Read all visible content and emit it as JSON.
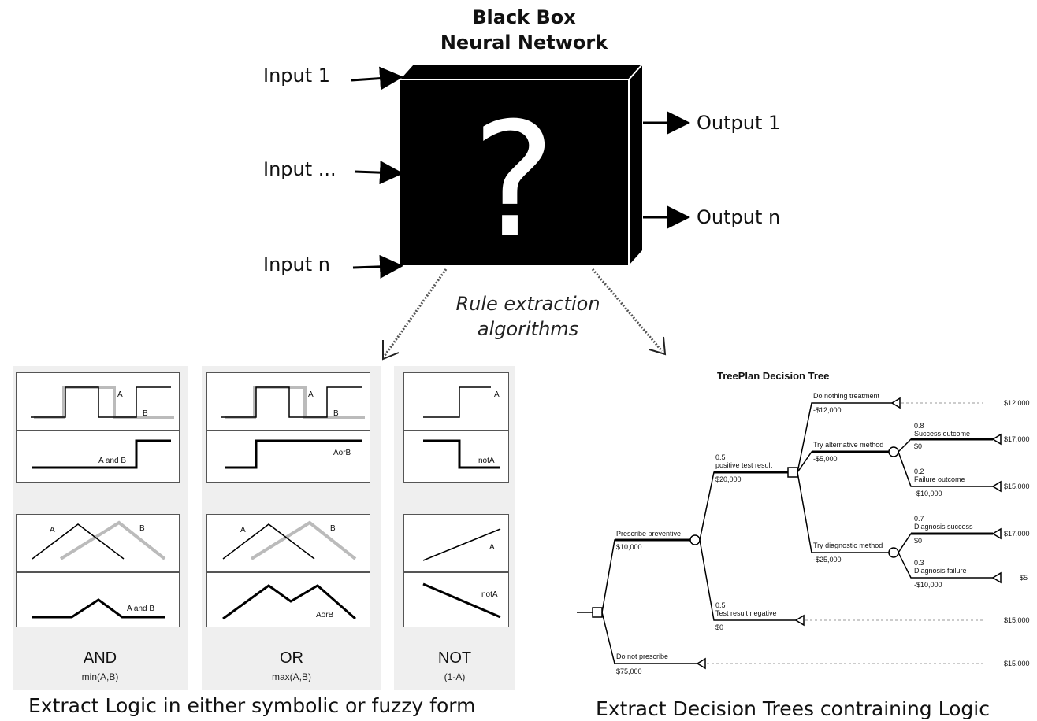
{
  "title_line1": "Black Box",
  "title_line2": "Neural Network",
  "box_symbol": "?",
  "inputs": [
    "Input 1",
    "Input ...",
    "Input n"
  ],
  "outputs": [
    "Output 1",
    "Output n"
  ],
  "rule_line1": "Rule extraction",
  "rule_line2": "algorithms",
  "logic_panels": [
    {
      "name": "AND",
      "formula": "min(A,B)",
      "crisp_labels": [
        "A",
        "B"
      ],
      "crisp_result": "A and B",
      "fuzzy_labels": [
        "A",
        "B"
      ],
      "fuzzy_result": "A and B"
    },
    {
      "name": "OR",
      "formula": "max(A,B)",
      "crisp_labels": [
        "A",
        "B"
      ],
      "crisp_result": "AorB",
      "fuzzy_labels": [
        "A",
        "B"
      ],
      "fuzzy_result": "AorB"
    },
    {
      "name": "NOT",
      "formula": "(1-A)",
      "crisp_labels": [
        "A"
      ],
      "crisp_result": "notA",
      "fuzzy_labels": [
        "A"
      ],
      "fuzzy_result": "notA"
    }
  ],
  "left_caption": "Extract Logic in either symbolic or fuzzy form",
  "right_caption": "Extract Decision Trees contraining Logic",
  "tree": {
    "title": "TreePlan Decision Tree",
    "labels": {
      "prescribe": "Prescribe preventive",
      "prescribe_val": "$10,000",
      "positive": "0.5",
      "positive_label": "positive test result",
      "positive_val": "$20,000",
      "negative": "0.5",
      "negative_label": "Test result negative",
      "negative_val": "$0",
      "no_treatment": "Do not prescribe",
      "no_treatment_val": "$75,000",
      "top_branch": "Do nothing treatment",
      "top_val": "-$12,000",
      "mid_branch": "Try alternative method",
      "mid_val": "-$5,000",
      "low_branch": "Try diagnostic method",
      "low_val": "-$25,000",
      "p1": "0.8",
      "p1_label": "Success outcome",
      "p1_val": "$0",
      "p2": "0.2",
      "p2_label": "Failure outcome",
      "p2_val": "-$10,000",
      "p3": "0.7",
      "p3_label": "Diagnosis success",
      "p3_val": "$0",
      "p4": "0.3",
      "p4_label": "Diagnosis failure",
      "p4_val": "-$10,000"
    },
    "payoffs": [
      "$12,000",
      "$17,000",
      "$15,000",
      "$17,000",
      "$5",
      "$15,000",
      "$15,000"
    ]
  }
}
